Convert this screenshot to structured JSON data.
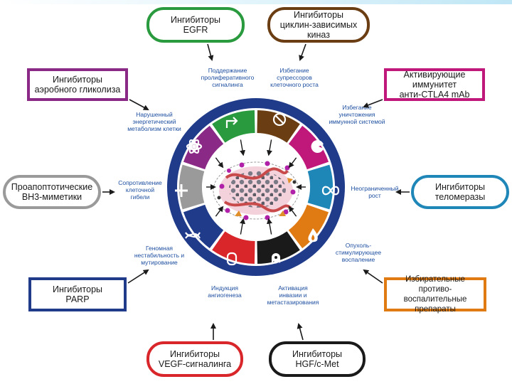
{
  "drugs": {
    "egfr": {
      "text": "Ингибиторы\nEGFR",
      "color": "#2a9a3e"
    },
    "cdk": {
      "text": "Ингибиторы\nциклин-зависимых киназ",
      "color": "#6b3d12"
    },
    "glycolysis": {
      "text": "Ингибиторы\nаэробного гликолиза",
      "color": "#8a2a86"
    },
    "ctla4": {
      "text": "Активирующие иммунитет\nанти-CTLA4 mAb",
      "color": "#c0187a"
    },
    "bh3": {
      "text": "Проапоптотические\nBH3-миметики",
      "color": "#9a9a9a"
    },
    "telomerase": {
      "text": "Ингибиторы\nтеломеразы",
      "color": "#1f86b8"
    },
    "parp": {
      "text": "Ингибиторы\nPARP",
      "color": "#1f3b8a"
    },
    "antiinflam": {
      "text": "Избирательные противо-\nвоспалительные препараты",
      "color": "#e07b14"
    },
    "vegf": {
      "text": "Ингибиторы\nVEGF-сигналинга",
      "color": "#d8262a"
    },
    "hgf": {
      "text": "Ингибиторы\nHGF/c-Met",
      "color": "#1a1a1a"
    }
  },
  "hallmarks": {
    "proliferative": "Поддержание\nпролиферативного\nсигналинга",
    "suppressors": "Избегание\nсупрессоров\nклеточного роста",
    "immune": "Избегание\nуничтожения\nиммунной системой",
    "energetics": "Нарушенный\nэнергетический\nметаболизм клетки",
    "replicative": "Неограниченный\nрост",
    "celldeath": "Сопротивление\nклеточной\nгибели",
    "inflammation": "Опухоль-\nстимулирующее\nвоспаление",
    "genome": "Геномная\nнестабильность и\nмутирование",
    "angiogenesis": "Индукция\nангиогенеза",
    "invasion": "Активация\nинвазии и\nметастазирования"
  },
  "wheel_colors": {
    "ring": "#1f3b8a",
    "proliferative": "#2a9a3e",
    "suppressors": "#6b3d12",
    "immune": "#c0187a",
    "replicative": "#1f86b8",
    "inflammation": "#e07b14",
    "invasion": "#1a1a1a",
    "angiogenesis": "#d8262a",
    "genome": "#1f3b8a",
    "celldeath": "#9a9a9a",
    "energetics": "#8a2a86"
  }
}
